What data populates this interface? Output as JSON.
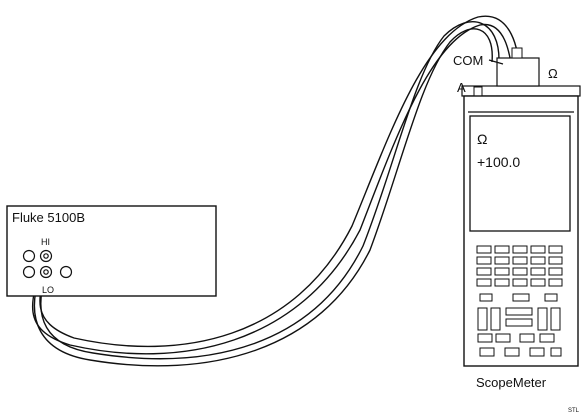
{
  "calibrator": {
    "name": "Fluke 5100B",
    "hi_label": "HI",
    "lo_label": "LO"
  },
  "meter": {
    "name": "ScopeMeter",
    "display_unit": "Ω",
    "display_value": "+100.0",
    "jack_com": "COM",
    "jack_a": "A",
    "jack_ohm": "Ω"
  },
  "corner_mark": "STL"
}
